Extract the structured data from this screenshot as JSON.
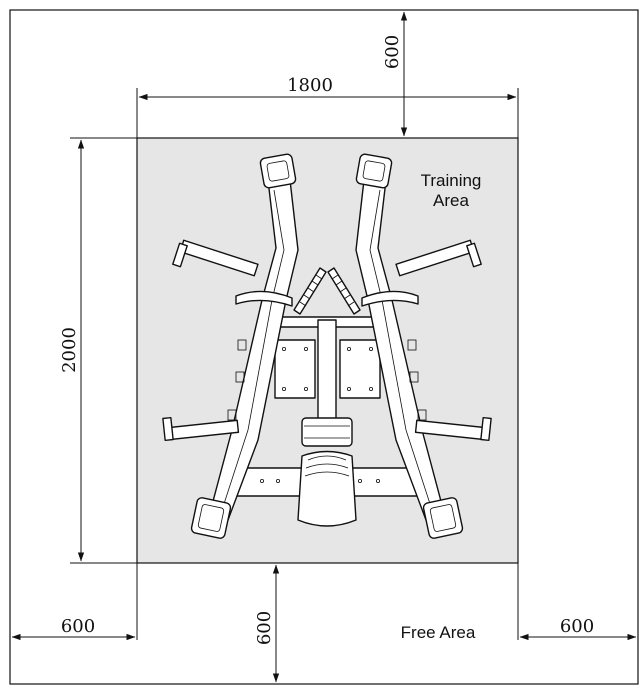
{
  "dimensions": {
    "top_clearance": "600",
    "width": "1800",
    "depth": "2000",
    "left_clearance": "600",
    "bottom_clearance": "600",
    "right_clearance": "600"
  },
  "labels": {
    "training_area_line1": "Training",
    "training_area_line2": "Area",
    "free_area": "Free Area"
  },
  "colors": {
    "training_area_fill": "#e6e6e6",
    "line": "#111111"
  }
}
